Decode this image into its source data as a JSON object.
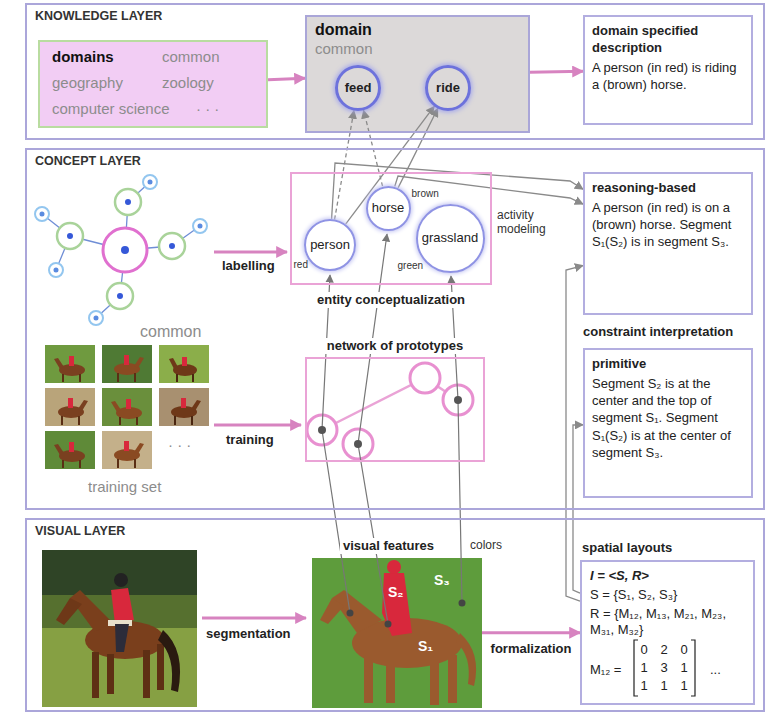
{
  "diagram": {
    "nodes": [
      {
        "text": [
          "KNOWLEDGE LAYER"
        ]
      },
      {
        "text": [
          "domains",
          "common",
          "geography",
          "zoology",
          "computer science",
          "· · ·"
        ],
        "in": 0
      },
      {
        "text": [
          "domain",
          "common"
        ],
        "in": 0
      },
      {
        "text": [
          "feed"
        ],
        "in": 2
      },
      {
        "text": [
          "ride"
        ],
        "in": 2
      },
      {
        "text": [
          "domain specified description",
          "A person (in red) is riding a (brown) horse."
        ],
        "in": 0
      },
      {
        "text": [
          "CONCEPT LAYER"
        ]
      },
      {
        "text": [
          "entity conceptualization"
        ],
        "in": 6
      },
      {
        "text": [
          "person",
          "red"
        ],
        "in": 7
      },
      {
        "text": [
          "horse",
          "brown"
        ],
        "in": 7
      },
      {
        "text": [
          "grassland",
          "green"
        ],
        "in": 7
      },
      {
        "text": [
          "network of prototypes"
        ],
        "in": 6
      },
      {
        "text": [
          "reasoning-based",
          "A person (in red) is on a (brown) horse. Segment S₁(S₂) is in segment S₃."
        ],
        "in": 6
      },
      {
        "text": [
          "primitive",
          "Segment S₂ is at the center and the top of segment S₁. Segment S₁(S₂) is at the center of segment S₃."
        ],
        "in": 6
      },
      {
        "text": [
          "VISUAL LAYER"
        ]
      },
      {
        "text": [
          "visual features",
          "S₂",
          "S₁",
          "S₃"
        ],
        "in": 14
      },
      {
        "text": [
          "spatial layouts",
          "I = <S, R>",
          "S = {S₁, S₂, S₃}",
          "R = {M₁₂, M₁₃, M₂₁, M₂₃, M₃₁, M₃₂}",
          "M₁₂ =",
          "0",
          "2",
          "0",
          "1",
          "3",
          "1",
          "1",
          "1",
          "1",
          "..."
        ],
        "in": 14
      }
    ],
    "edges": [
      {
        "from": 1,
        "to": 2,
        "arrow": "to"
      },
      {
        "from": 2,
        "to": 5,
        "arrow": "to"
      },
      {
        "from": 8,
        "to": 3,
        "arrow": "to"
      },
      {
        "from": 9,
        "to": 3,
        "arrow": "to"
      },
      {
        "from": 8,
        "to": 4,
        "arrow": "to"
      },
      {
        "from": 9,
        "to": 4,
        "arrow": "to"
      },
      {
        "from": 8,
        "to": 12,
        "arrow": "to"
      },
      {
        "from": 9,
        "to": 12,
        "arrow": "to"
      },
      {
        "from": 15,
        "to": 16,
        "label": "formalization",
        "arrow": "to"
      },
      {
        "from": 16,
        "to": 12,
        "arrow": "to"
      },
      {
        "from": 16,
        "to": 13,
        "arrow": "to"
      }
    ],
    "labels": [
      "labelling",
      "common",
      "training",
      "· · ·",
      "training set",
      "activity modeling",
      "constraint interpretation",
      "segmentation",
      "colors"
    ]
  }
}
